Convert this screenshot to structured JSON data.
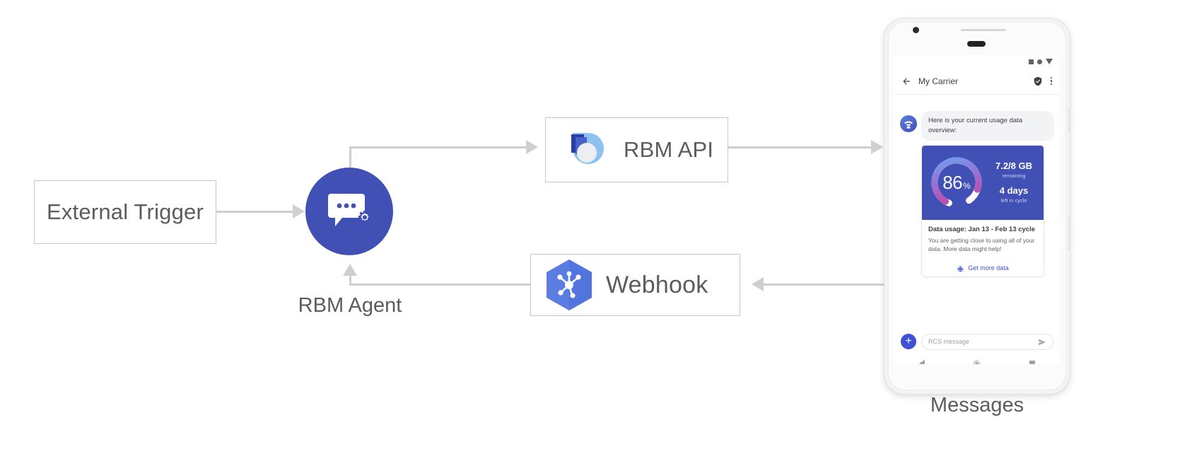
{
  "diagram": {
    "nodes": {
      "external_trigger": {
        "label": "External Trigger"
      },
      "rbm_agent": {
        "label": "RBM Agent",
        "icon": "chat-gear-icon",
        "color": "#4150b5"
      },
      "rbm_api": {
        "label": "RBM API",
        "icon": "rbm-api-logo-icon"
      },
      "webhook": {
        "label": "Webhook",
        "icon": "webhook-hexagon-icon",
        "color": "#5b7ce0"
      },
      "messages": {
        "label": "Messages"
      }
    }
  },
  "phone": {
    "status_bar": {
      "icons": [
        "square-icon",
        "circle-icon",
        "signal-triangle-icon"
      ]
    },
    "app_bar": {
      "back_icon": "back-arrow-icon",
      "title": "My Carrier",
      "verified_icon": "shield-check-icon",
      "overflow_icon": "kebab-menu-icon"
    },
    "conversation": {
      "bot_avatar_icon": "rcs-bot-avatar-icon",
      "bubble_text": "Here is your current usage data overview:",
      "rich_card": {
        "gauge": {
          "percent": "86",
          "percent_symbol": "%",
          "value": 86,
          "track_colors": [
            "#6aa5ef",
            "#9b6fd4",
            "#d9338c"
          ],
          "remainder_color": "#ffffff"
        },
        "stats": [
          {
            "main": "7.2/8 GB",
            "sub": "remaining"
          },
          {
            "main": "4 days",
            "sub": "left in cycle"
          }
        ],
        "title": "Data usage: Jan 13 - Feb 13 cycle",
        "description": "You are getting close to using all of your data. More data might help!",
        "action": {
          "icon": "globe-icon",
          "label": "Get more data",
          "color": "#3f51d5"
        },
        "hero_bg": "#4150b5"
      }
    },
    "composer": {
      "add_icon": "plus-icon",
      "placeholder": "RCS message",
      "send_icon": "send-arrow-icon"
    },
    "nav_bar": {
      "back_icon": "nav-back-icon",
      "home_icon": "nav-home-icon",
      "recents_icon": "nav-recents-icon"
    }
  },
  "colors": {
    "brand_blue": "#4150b5",
    "accent_blue": "#3f51d5",
    "connector_grey": "#cfcfcf",
    "box_border": "#c9c9c9",
    "text_grey": "#5c5c5c"
  }
}
